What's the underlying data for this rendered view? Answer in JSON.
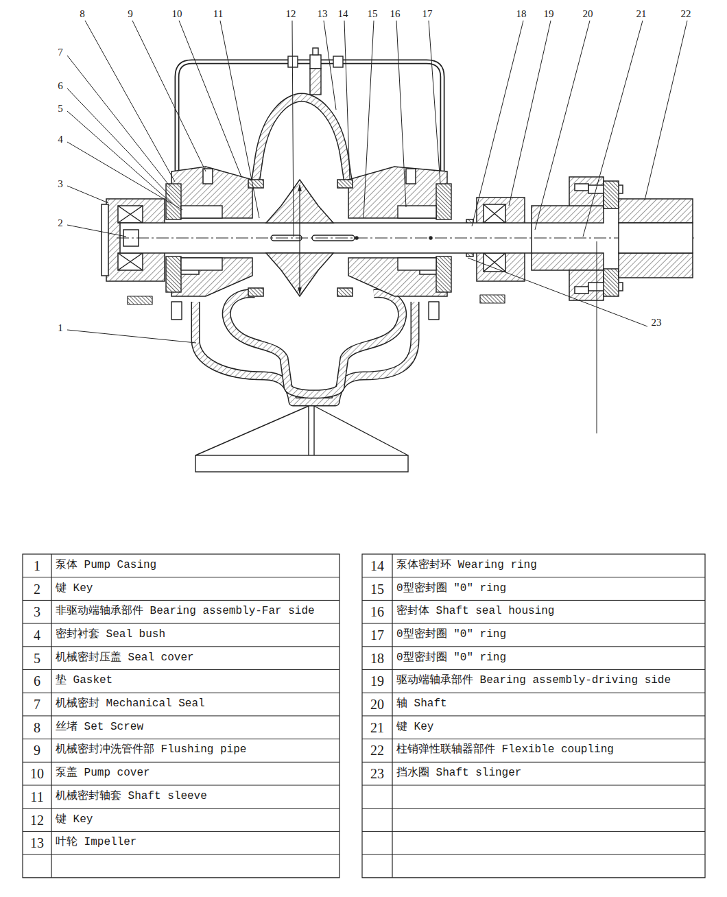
{
  "diagram": {
    "labels": [
      "8",
      "9",
      "10",
      "11",
      "12",
      "13",
      "14",
      "15",
      "16",
      "17",
      "18",
      "19",
      "20",
      "21",
      "22",
      "7",
      "6",
      "5",
      "4",
      "3",
      "2",
      "1",
      "23",
      "1",
      "泵体 Pump Casing",
      "2",
      "键 Key",
      "3",
      "非驱动端轴承部件 Bearing assembly-Far side",
      "4",
      "密封衬套 Seal bush",
      "5",
      "机械密封压盖 Seal cover",
      "6",
      "垫 Gasket",
      "7",
      "机械密封 Mechanical Seal",
      "8",
      "丝堵 Set Screw",
      "9",
      "机械密封冲洗管件部 Flushing pipe",
      "10",
      "泵盖 Pump cover",
      "11",
      "机械密封轴套 Shaft sleeve",
      "12",
      "键 Key",
      "13",
      "叶轮 Impeller",
      "14",
      "泵体密封环 Wearing ring",
      "15",
      "0型密封圈 ″0″ ring",
      "16",
      "密封体 Shaft seal housing",
      "17",
      "0型密封圈 ″0″ ring",
      "18",
      "0型密封圈 ″0″ ring",
      "19",
      "驱动端轴承部件 Bearing assembly-driving side",
      "20",
      "轴 Shaft",
      "21",
      "键 Key",
      "22",
      "柱销弹性联轴器部件 Flexible coupling",
      "23",
      "挡水圈 Shaft slinger"
    ]
  }
}
